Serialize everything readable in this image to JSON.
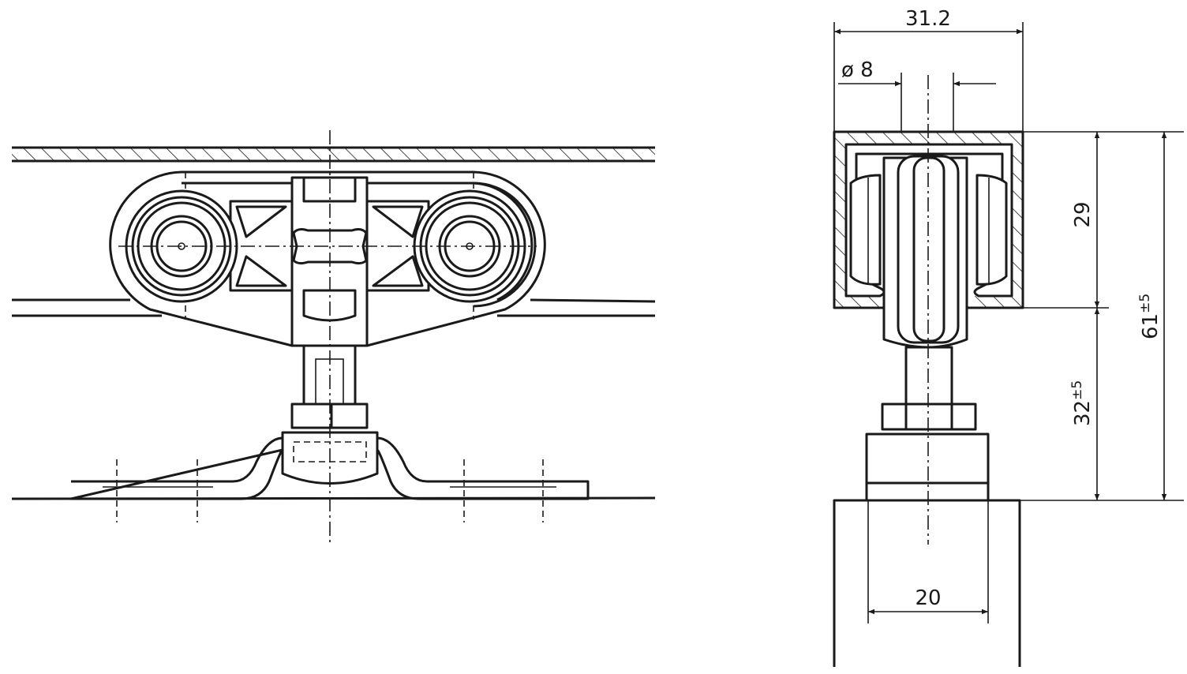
{
  "drawing": {
    "title": "Sliding door roller carrier - front and side view",
    "dimensions": {
      "profile_width": "31.2",
      "axle_diameter": "ø 8",
      "profile_height": "29",
      "total_height": "61",
      "total_height_tolerance": "±5",
      "adjust_height": "32",
      "adjust_height_tolerance": "±5",
      "door_thickness": "20"
    },
    "line_color": "#1a1a1a",
    "background": "#ffffff"
  }
}
